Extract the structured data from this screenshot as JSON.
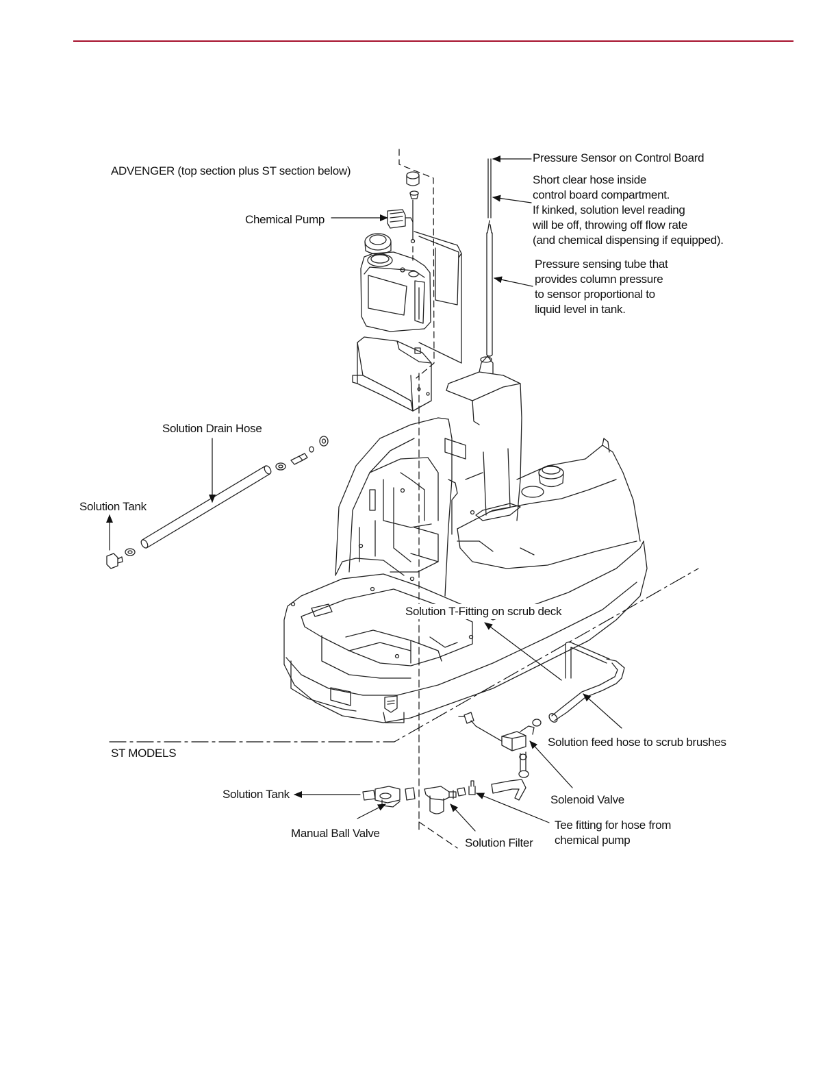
{
  "style": {
    "rule_color": "#a6102c",
    "line_color": "#111111"
  },
  "labels": {
    "advenger_title": "ADVENGER (top section plus ST section below)",
    "chemical_pump": "Chemical Pump",
    "pressure_sensor": "Pressure Sensor on Control Board",
    "short_hose_lines": [
      "Short clear hose inside",
      "control board compartment.",
      "If kinked, solution level reading",
      "will be off, throwing off flow rate",
      "(and chemical dispensing if equipped)."
    ],
    "pressure_tube_lines": [
      "Pressure sensing tube that",
      "provides column pressure",
      "to sensor proportional to",
      "liquid level in tank."
    ],
    "solution_drain_hose": "Solution Drain Hose",
    "solution_tank_upper": "Solution Tank",
    "solution_t_fitting": "Solution T-Fitting on scrub deck",
    "solution_feed_hose": "Solution feed hose to scrub brushes",
    "st_models": "ST MODELS",
    "solution_tank_lower": "Solution Tank",
    "solenoid_valve": "Solenoid Valve",
    "manual_ball_valve": "Manual Ball Valve",
    "solution_filter": "Solution Filter",
    "tee_fitting_lines": [
      "Tee fitting for hose from",
      "chemical pump"
    ]
  }
}
